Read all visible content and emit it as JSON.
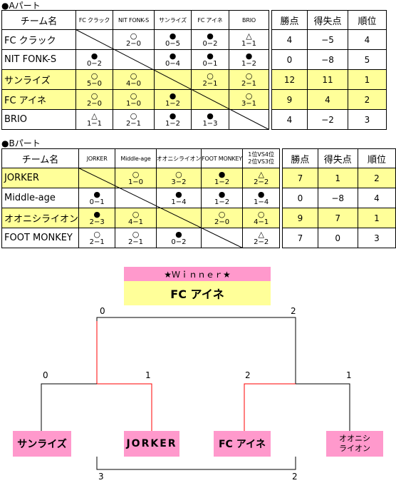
{
  "partA": {
    "title": "●Aパート",
    "header": {
      "name": "チーム名",
      "teams": [
        "FC クラック",
        "NIT FONK-S",
        "サンライズ",
        "FC アイネ",
        "BRIO"
      ],
      "wins": "勝点",
      "diff": "得失点",
      "rank": "順位"
    },
    "rows": [
      {
        "name": "FC クラック",
        "hl": false,
        "cells": [
          null,
          [
            "○",
            "2−0"
          ],
          [
            "●",
            "0−5"
          ],
          [
            "●",
            "0−2"
          ],
          [
            "△",
            "1−1"
          ]
        ],
        "wins": "4",
        "diff": "−5",
        "rank": "4"
      },
      {
        "name": "NIT FONK-S",
        "hl": false,
        "cells": [
          [
            "●",
            "0−2"
          ],
          null,
          [
            "●",
            "0−4"
          ],
          [
            "●",
            "0−1"
          ],
          [
            "●",
            "1−2"
          ]
        ],
        "wins": "0",
        "diff": "−8",
        "rank": "5"
      },
      {
        "name": "サンライズ",
        "hl": true,
        "cells": [
          [
            "○",
            "5−0"
          ],
          [
            "○",
            "4−0"
          ],
          null,
          [
            "○",
            "2−1"
          ],
          [
            "○",
            "2−1"
          ]
        ],
        "wins": "12",
        "diff": "11",
        "rank": "1"
      },
      {
        "name": "FC アイネ",
        "hl": true,
        "cells": [
          [
            "○",
            "2−0"
          ],
          [
            "○",
            "1−0"
          ],
          [
            "●",
            "1−2"
          ],
          null,
          [
            "○",
            "3−1"
          ]
        ],
        "wins": "9",
        "diff": "4",
        "rank": "2"
      },
      {
        "name": "BRIO",
        "hl": false,
        "cells": [
          [
            "△",
            "1−1"
          ],
          [
            "○",
            "2−1"
          ],
          [
            "●",
            "1−2"
          ],
          [
            "●",
            "1−3"
          ],
          null
        ],
        "wins": "4",
        "diff": "−2",
        "rank": "3"
      }
    ]
  },
  "partB": {
    "title": "●Bパート",
    "header": {
      "name": "チーム名",
      "teams": [
        "JORKER",
        "Middle-age",
        "オオニシライオン",
        "FOOT MONKEY"
      ],
      "extra1": "1位VS4位",
      "extra2": "2位VS3位",
      "wins": "勝点",
      "diff": "得失点",
      "rank": "順位"
    },
    "rows": [
      {
        "name": "JORKER",
        "hl": true,
        "cells": [
          null,
          [
            "○",
            "1−0"
          ],
          [
            "○",
            "3−2"
          ],
          [
            "●",
            "1−2"
          ],
          [
            "△",
            "2−2"
          ]
        ],
        "wins": "7",
        "diff": "1",
        "rank": "2"
      },
      {
        "name": "Middle-age",
        "hl": false,
        "cells": [
          [
            "●",
            "0−1"
          ],
          null,
          [
            "●",
            "1−4"
          ],
          [
            "●",
            "1−2"
          ],
          [
            "●",
            "1−4"
          ]
        ],
        "wins": "0",
        "diff": "−8",
        "rank": "4"
      },
      {
        "name": "オオニシライオン",
        "hl": true,
        "cells": [
          [
            "●",
            "2−3"
          ],
          [
            "○",
            "4−1"
          ],
          null,
          [
            "○",
            "2−0"
          ],
          [
            "○",
            "4−1"
          ]
        ],
        "wins": "9",
        "diff": "7",
        "rank": "1"
      },
      {
        "name": "FOOT MONKEY",
        "hl": false,
        "cells": [
          [
            "○",
            "2−1"
          ],
          [
            "○",
            "2−1"
          ],
          [
            "●",
            "0−2"
          ],
          null,
          [
            "△",
            "2−2"
          ]
        ],
        "wins": "7",
        "diff": "0",
        "rank": "3"
      }
    ]
  },
  "bracket": {
    "winner_title": "★Ｗｉｎｎｅｒ★",
    "winner_name": "FC  アイネ",
    "final_left": "0",
    "final_right": "2",
    "semi1_left": "0",
    "semi1_right": "1",
    "semi2_left": "2",
    "semi2_right": "1",
    "third_left": "3",
    "third_right": "2",
    "teams": [
      "サンライズ",
      "JORKER",
      "FC  アイネ",
      "オオニシ\nライオン"
    ],
    "colors": {
      "pink": "#ff99cc",
      "yellow": "#ffff99",
      "red": "#ff0000"
    }
  }
}
